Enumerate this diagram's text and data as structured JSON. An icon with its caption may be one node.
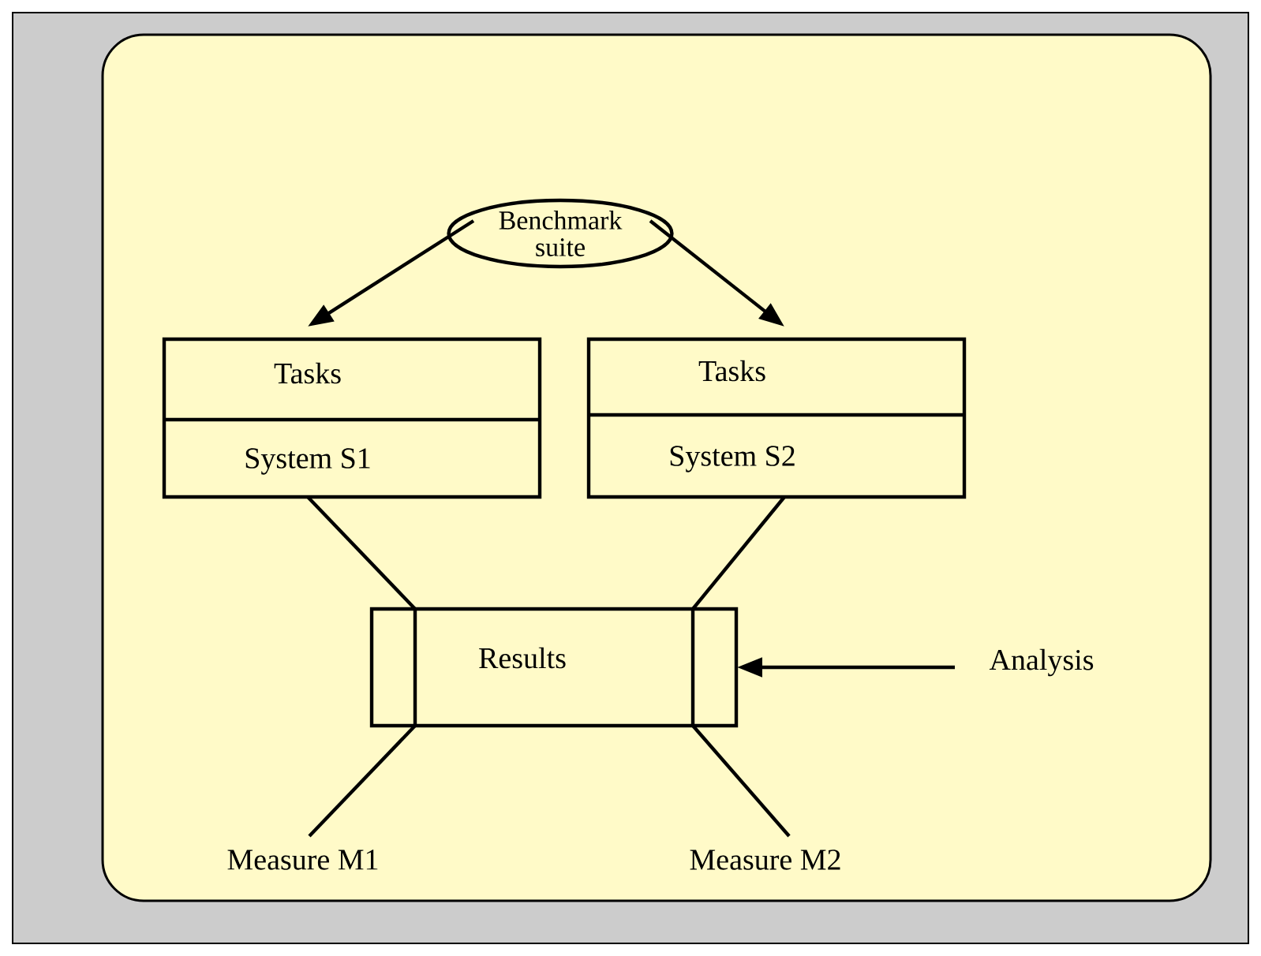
{
  "diagram": {
    "nodes": [
      {
        "text": [
          "Benchmark suite"
        ]
      },
      {
        "text": [
          "Tasks",
          "System S1"
        ]
      },
      {
        "text": [
          "Tasks",
          "System S2"
        ]
      },
      {
        "text": [
          "Results"
        ]
      },
      {
        "text": [
          "Analysis"
        ]
      },
      {
        "text": [
          "Measure M1"
        ]
      },
      {
        "text": [
          "Measure M2"
        ]
      }
    ],
    "edges": [
      {
        "from": 0,
        "to": 1,
        "arrow": "to"
      },
      {
        "from": 0,
        "to": 2,
        "arrow": "to"
      },
      {
        "from": 1,
        "to": 3,
        "arrow": "none"
      },
      {
        "from": 2,
        "to": 3,
        "arrow": "none"
      },
      {
        "from": 4,
        "to": 3,
        "arrow": "to"
      },
      {
        "from": 3,
        "to": 5,
        "arrow": "none"
      },
      {
        "from": 3,
        "to": 6,
        "arrow": "none"
      }
    ]
  }
}
